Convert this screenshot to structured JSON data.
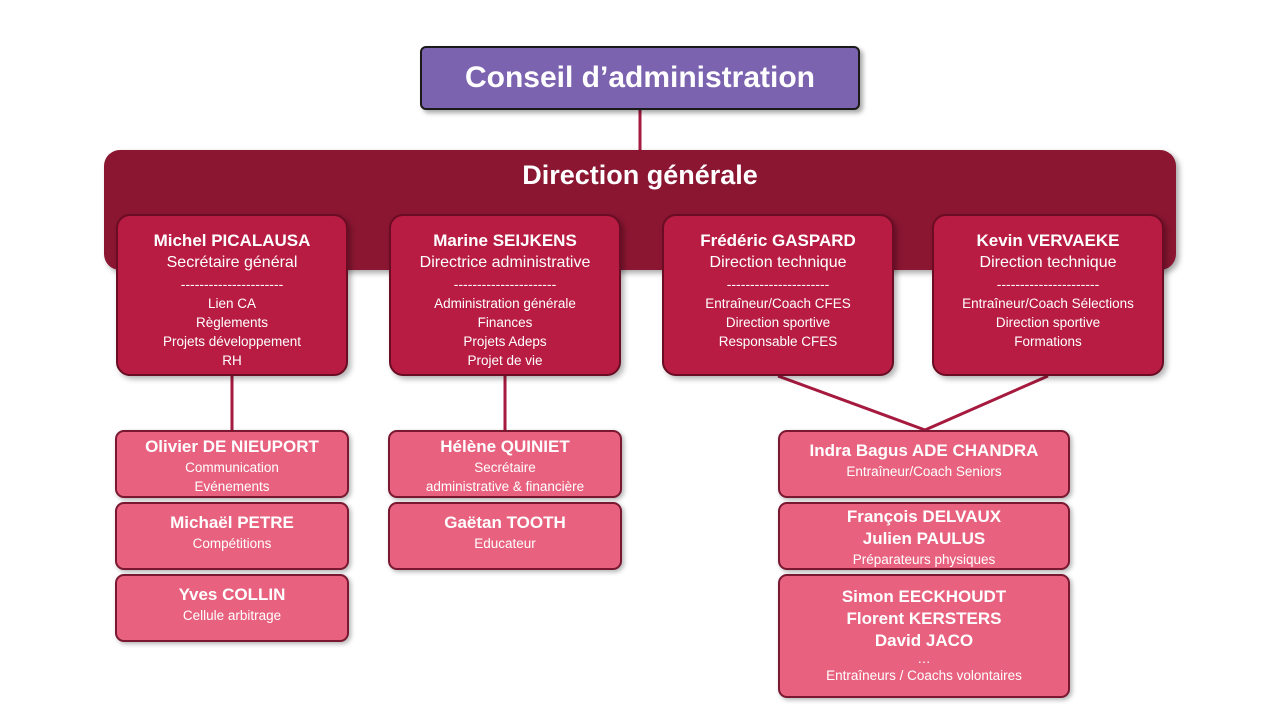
{
  "conseil": {
    "title": "Conseil d’administration"
  },
  "direction_generale": {
    "title": "Direction générale"
  },
  "directors": [
    {
      "name": "Michel PICALAUSA",
      "title": "Secrétaire général",
      "separator": "----------------------",
      "responsibilities": [
        "Lien CA",
        "Règlements",
        "Projets développement",
        "RH"
      ]
    },
    {
      "name": "Marine SEIJKENS",
      "title": "Directrice administrative",
      "separator": "----------------------",
      "responsibilities": [
        "Administration générale",
        "Finances",
        "Projets Adeps",
        "Projet de vie"
      ]
    },
    {
      "name": "Frédéric GASPARD",
      "title": "Direction technique",
      "separator": "----------------------",
      "responsibilities": [
        "Entraîneur/Coach CFES",
        "Direction sportive",
        "Responsable CFES"
      ]
    },
    {
      "name": "Kevin VERVAEKE",
      "title": "Direction technique",
      "separator": "----------------------",
      "responsibilities": [
        "Entraîneur/Coach Sélections",
        "Direction sportive",
        "Formations"
      ]
    }
  ],
  "staff": {
    "secretariat": [
      {
        "name": "Olivier DE NIEUPORT",
        "roles": [
          "Communication",
          "Evénements"
        ]
      },
      {
        "name": "Michaël PETRE",
        "roles": [
          "Compétitions"
        ]
      },
      {
        "name": "Yves COLLIN",
        "roles": [
          "Cellule arbitrage"
        ]
      }
    ],
    "administration": [
      {
        "name": "Hélène QUINIET",
        "roles": [
          "Secrétaire",
          "administrative & financière"
        ]
      },
      {
        "name": "Gaëtan TOOTH",
        "roles": [
          "Educateur"
        ]
      }
    ],
    "technique": [
      {
        "names": [
          "Indra Bagus ADE CHANDRA"
        ],
        "roles": [
          "Entraîneur/Coach Seniors"
        ]
      },
      {
        "names": [
          "François DELVAUX",
          "Julien PAULUS"
        ],
        "roles": [
          "Préparateurs physiques"
        ]
      },
      {
        "names": [
          "Simon EECKHOUDT",
          "Florent KERSTERS",
          "David JACO"
        ],
        "ellipsis": "…",
        "roles": [
          "Entraîneurs / Coachs volontaires"
        ]
      }
    ]
  },
  "colors": {
    "conseil": "#7b63b0",
    "direction_band": "#8b1632",
    "director_box": "#b81c43",
    "staff_box": "#e8627f",
    "connector": "#a61a3f"
  }
}
